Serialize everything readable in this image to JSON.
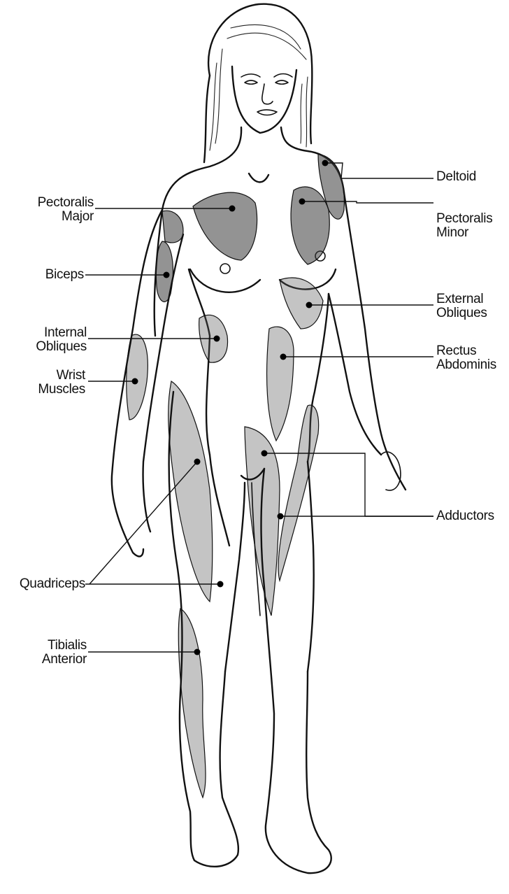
{
  "labels": {
    "deltoid": [
      "Deltoid"
    ],
    "pectoralis_major": [
      "Pectoralis",
      "Major"
    ],
    "pectoralis_minor": [
      "Pectoralis",
      "Minor"
    ],
    "biceps": [
      "Biceps"
    ],
    "external_obliques": [
      "External",
      "Obliques"
    ],
    "internal_obliques": [
      "Internal",
      "Obliques"
    ],
    "rectus_abdominis": [
      "Rectus",
      "Abdominis"
    ],
    "wrist_muscles": [
      "Wrist",
      "Muscles"
    ],
    "adductors": [
      "Adductors"
    ],
    "quadriceps": [
      "Quadriceps"
    ],
    "tibialis_anterior": [
      "Tibialis",
      "Anterior"
    ]
  }
}
